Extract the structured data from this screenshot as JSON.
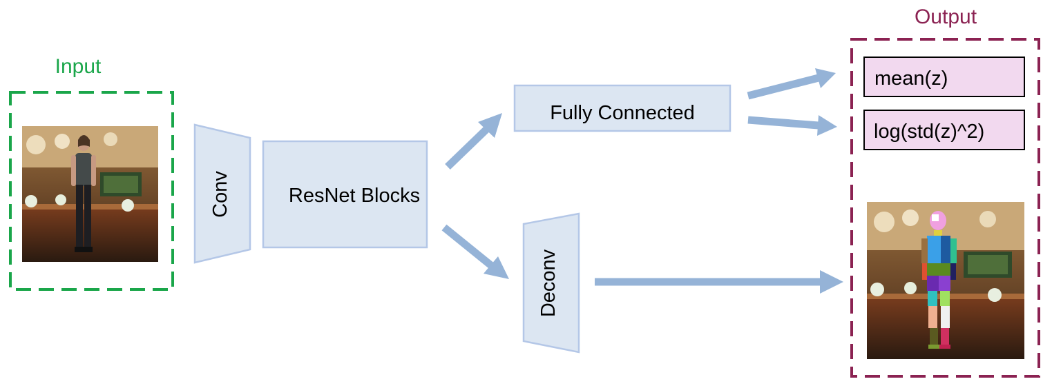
{
  "input": {
    "label": "Input"
  },
  "output": {
    "label": "Output"
  },
  "layers": {
    "conv": "Conv",
    "resnet": "ResNet Blocks",
    "fully_connected": "Fully Connected",
    "deconv": "Deconv"
  },
  "outputs": {
    "mean": "mean(z)",
    "logvar": "log(std(z)^2)"
  },
  "colors": {
    "input_border": "#1aa64a",
    "output_border": "#8b2252",
    "block_fill": "#dce6f2",
    "block_stroke": "#b4c7e7",
    "arrow": "#95b3d7",
    "output_box_fill": "#f2d9ef",
    "text": "#000000"
  },
  "icons": {
    "input_image": "photo-person-in-kitchen",
    "output_image": "photo-person-segmentation-parts"
  }
}
